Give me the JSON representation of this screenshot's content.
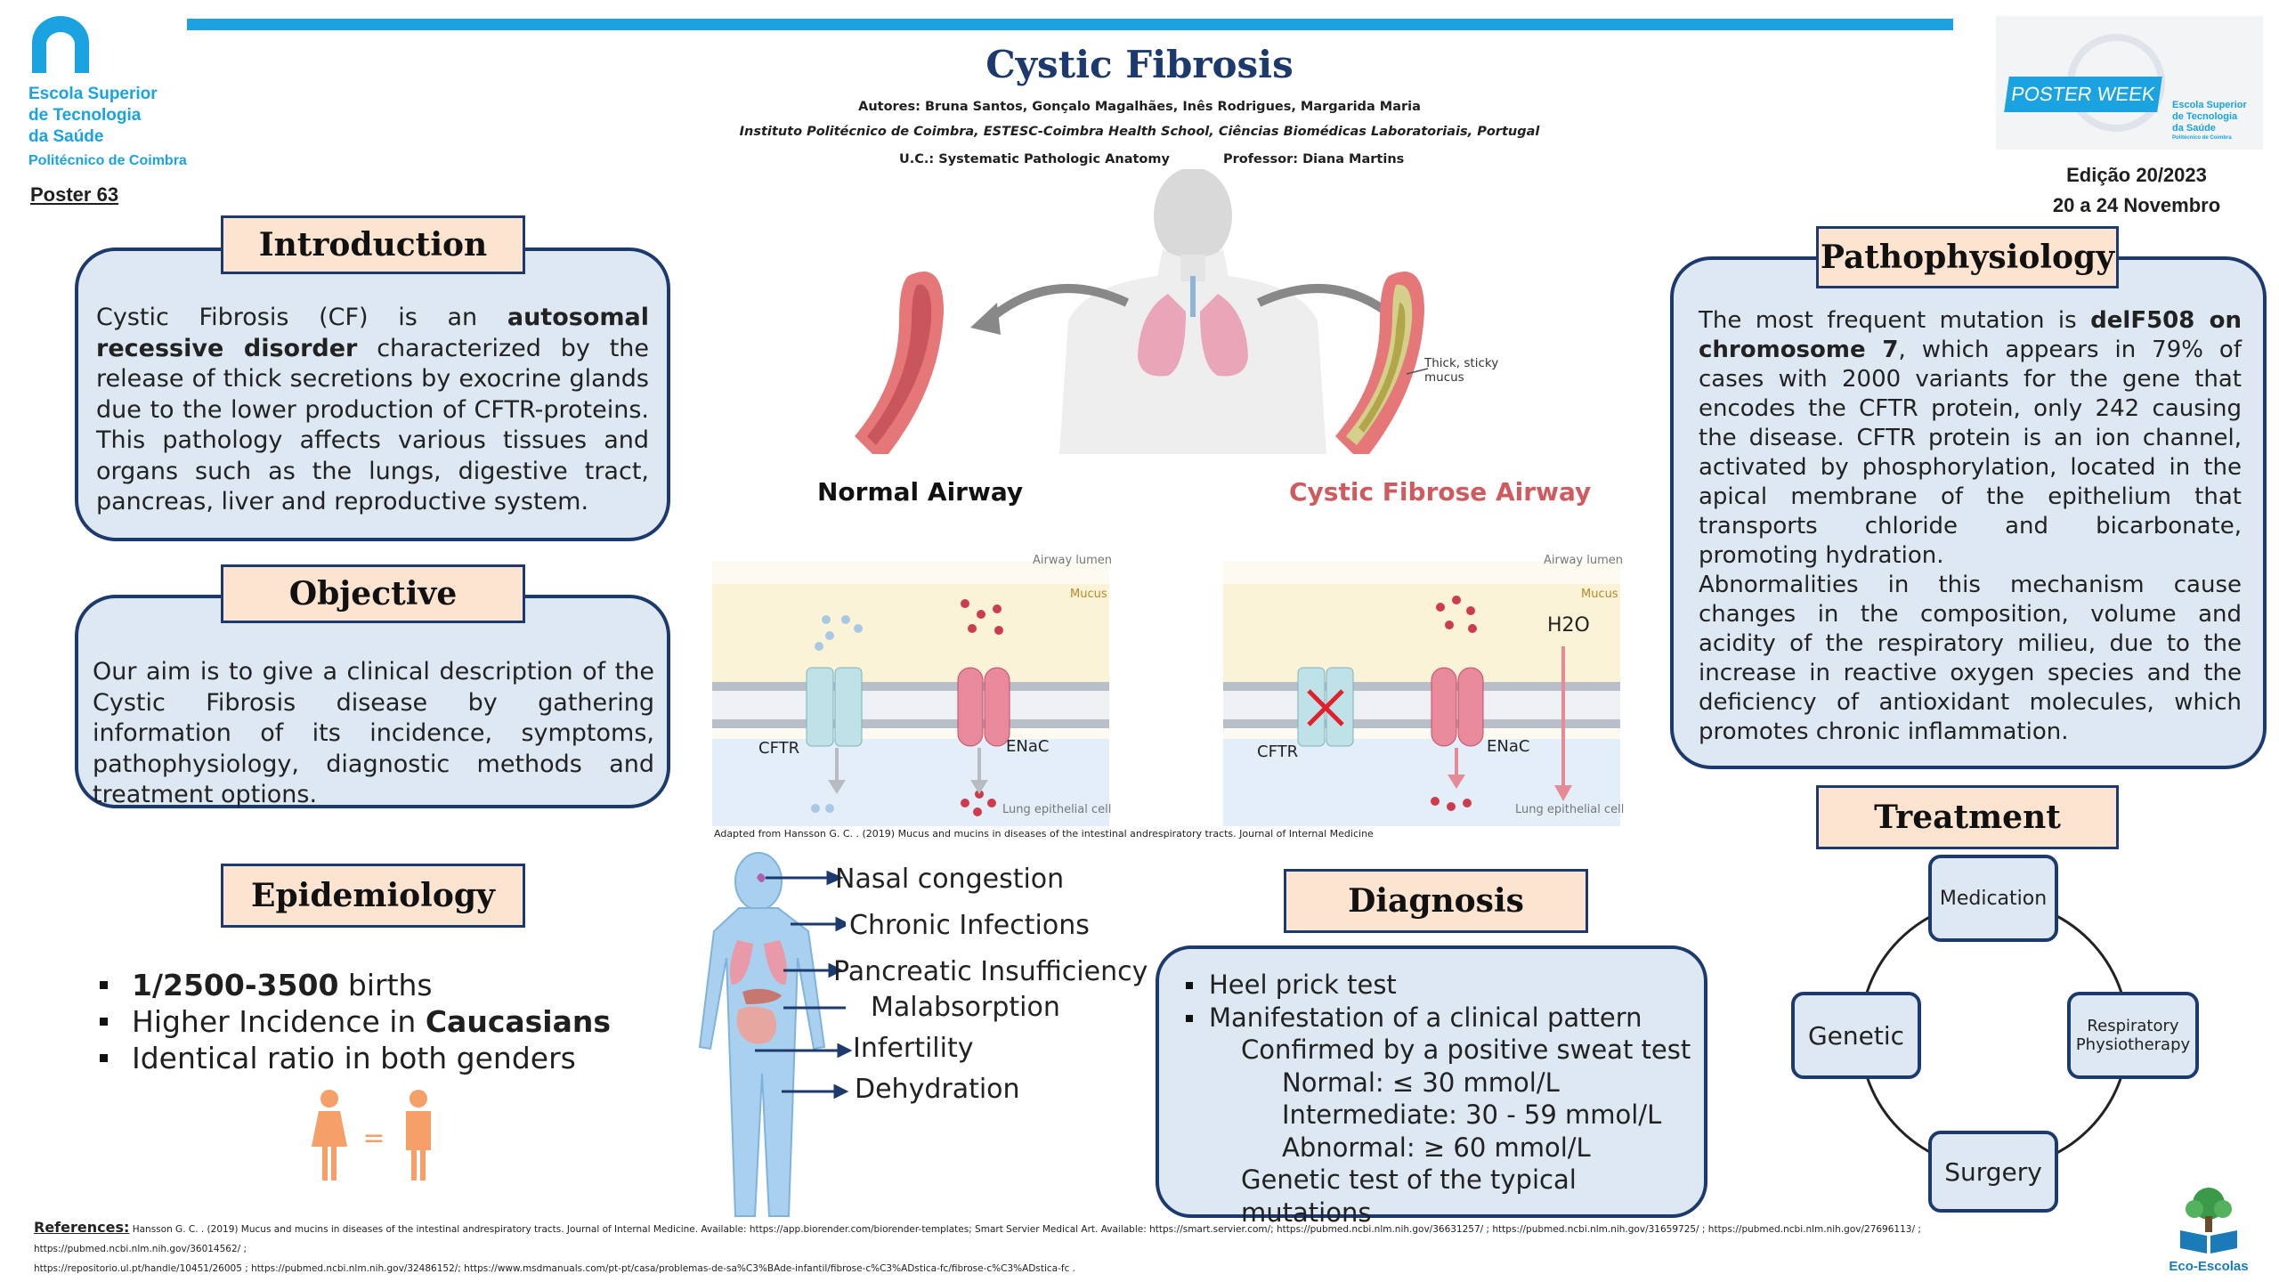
{
  "header": {
    "title": "Cystic Fibrosis",
    "authors": "Autores: Bruna Santos, Gonçalo Magalhães, Inês Rodrigues, Margarida Maria",
    "institution": "Instituto Politécnico de Coimbra, ESTESC-Coimbra Health School, Ciências Biomédicas Laboratoriais, Portugal",
    "uc": "U.C.: Systematic Pathologic Anatomy",
    "professor": "Professor: Diana Martins",
    "poster_number": "Poster 63",
    "edition": "Edição 20/2023",
    "dates": "20 a 24 Novembro"
  },
  "logo_left": {
    "line1": "Escola Superior",
    "line2": "de Tecnologia",
    "line3": "da Saúde",
    "line4": "Politécnico de Coimbra"
  },
  "logo_right": {
    "ribbon": "POSTER WEEK",
    "line1": "Escola Superior",
    "line2": "de Tecnologia",
    "line3": "da Saúde",
    "line4": "Politécnico de Coimbra"
  },
  "introduction": {
    "heading": "Introduction",
    "text_a": "Cystic Fibrosis (CF) is an ",
    "bold_a": "autosomal recessive disorder",
    "text_b": " characterized by the release of thick secretions by exocrine glands due to the lower production of CFTR-proteins. This pathology affects various tissues and organs such as the lungs, digestive tract, pancreas, liver and reproductive system."
  },
  "objective": {
    "heading": "Objective",
    "text": "Our aim is to give a clinical description of the Cystic Fibrosis disease by gathering information of its incidence, symptoms, pathophysiology, diagnostic methods and treatment options."
  },
  "epidemiology": {
    "heading": "Epidemiology",
    "item1_bold": "1/2500-3500",
    "item1_text": " births",
    "item2_text": "Higher Incidence in ",
    "item2_bold": "Caucasians",
    "item3_text": "Identical ratio in both genders",
    "equals": "="
  },
  "figure": {
    "normal_label": "Normal Airway",
    "cf_label": "Cystic Fibrose Airway",
    "thick_mucus_1": "Thick, sticky",
    "thick_mucus_2": "mucus",
    "airway_lumen": "Airway lumen",
    "mucus": "Mucus",
    "cftr": "CFTR",
    "enac": "ENaC",
    "epithelial": "Lung epithelial cell",
    "h2o": "H2O",
    "caption": "Adapted from Hansson G. C. . (2019) Mucus and mucins in diseases of the intestinal andrespiratory tracts. Journal of Internal Medicine"
  },
  "symptoms": {
    "items": [
      "Nasal congestion",
      "Chronic Infections",
      "Pancreatic Insufficiency",
      "Malabsorption",
      "Infertility",
      "Dehydration"
    ]
  },
  "pathophysiology": {
    "heading": "Pathophysiology",
    "text_a": "The most frequent mutation is ",
    "bold_a": "delF508 on chromosome 7",
    "text_b": ", which appears in 79% of cases with 2000 variants for the gene that encodes the CFTR protein, only 242 causing the disease.  CFTR protein is an ion channel, activated by phosphorylation, located in the apical membrane of the epithelium that transports chloride and bicarbonate, promoting hydration.",
    "text_c": "Abnormalities in this mechanism cause changes in the composition, volume and acidity of the respiratory milieu, due to the increase in reactive oxygen species and the deficiency of antioxidant molecules, which promotes chronic inflammation."
  },
  "diagnosis": {
    "heading": "Diagnosis",
    "item1": "Heel prick test",
    "item2": "Manifestation of a clinical pattern",
    "sub1": "Confirmed by a positive sweat test",
    "normal": "Normal: ≤ 30 mmol/L",
    "intermediate": "Intermediate:  30 - 59 mmol/L",
    "abnormal": "Abnormal: ≥ 60 mmol/L",
    "sub2": "Genetic test of the typical mutations"
  },
  "treatment": {
    "heading": "Treatment",
    "medication": "Medication",
    "genetic": "Genetic",
    "respiratory_1": "Respiratory",
    "respiratory_2": "Physiotherapy",
    "surgery": "Surgery"
  },
  "references": {
    "label": "References:",
    "line1": "Hansson G. C. . (2019) Mucus and mucins in diseases of the intestinal andrespiratory tracts. Journal of Internal Medicine. Available: https://app.biorender.com/biorender-templates; Smart Servier Medical Art. Available: https://smart.servier.com/; https://pubmed.ncbi.nlm.nih.gov/36631257/ ; https://pubmed.ncbi.nlm.nih.gov/31659725/ ; https://pubmed.ncbi.nlm.nih.gov/27696113/ ; https://pubmed.ncbi.nlm.nih.gov/36014562/ ;",
    "line2": "https://repositorio.ul.pt/handle/10451/26005 ; https://pubmed.ncbi.nlm.nih.gov/32486152/; https://www.msdmanuals.com/pt-pt/casa/problemas-de-sa%C3%BAde-infantil/fibrose-c%C3%ADstica-fc/fibrose-c%C3%ADstica-fc ."
  },
  "eco_logo": "Eco-Escolas",
  "colors": {
    "accent_blue": "#1aa3e0",
    "navy": "#1d3a6e",
    "panel_bg": "#dde8f3",
    "heading_bg": "#fce4d0",
    "cf_red": "#cf5b5f"
  }
}
